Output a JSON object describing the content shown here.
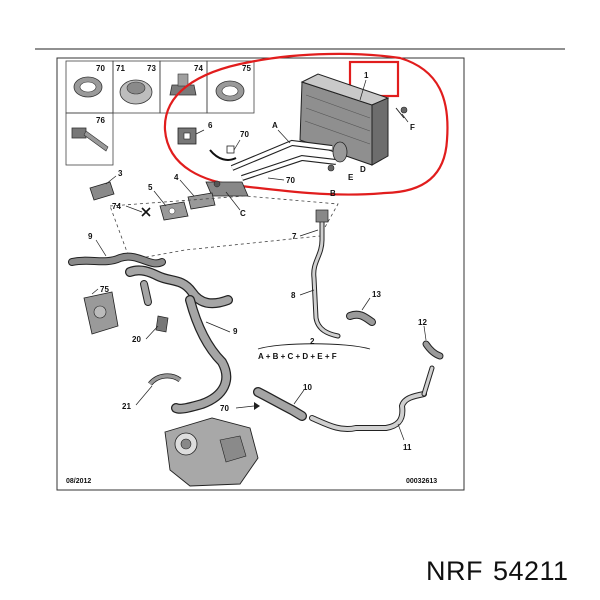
{
  "labels": {
    "c70a": "70",
    "c71": "71",
    "c73": "73",
    "c74a": "74",
    "c75a": "75",
    "c76": "76",
    "c6": "6",
    "c1": "1",
    "A": "A",
    "F": "F",
    "c70b": "70",
    "c70c": "70",
    "D": "D",
    "E": "E",
    "B": "B",
    "C": "C",
    "c3": "3",
    "c5": "5",
    "c4": "4",
    "c74b": "74",
    "c7": "7",
    "c9a": "9",
    "c75b": "75",
    "c8": "8",
    "c13": "13",
    "c9b": "9",
    "c20": "20",
    "c2": "2",
    "c12": "12",
    "c10": "10",
    "c70d": "70",
    "c21": "21",
    "c11": "11"
  },
  "formula": "A + B + C + D + E + F",
  "footer": {
    "date": "08/2012",
    "ref": "00032613"
  },
  "brand": {
    "maker": "NRF",
    "part": "54211"
  },
  "colors": {
    "highlight": "#e11d1d",
    "line": "#222222"
  }
}
